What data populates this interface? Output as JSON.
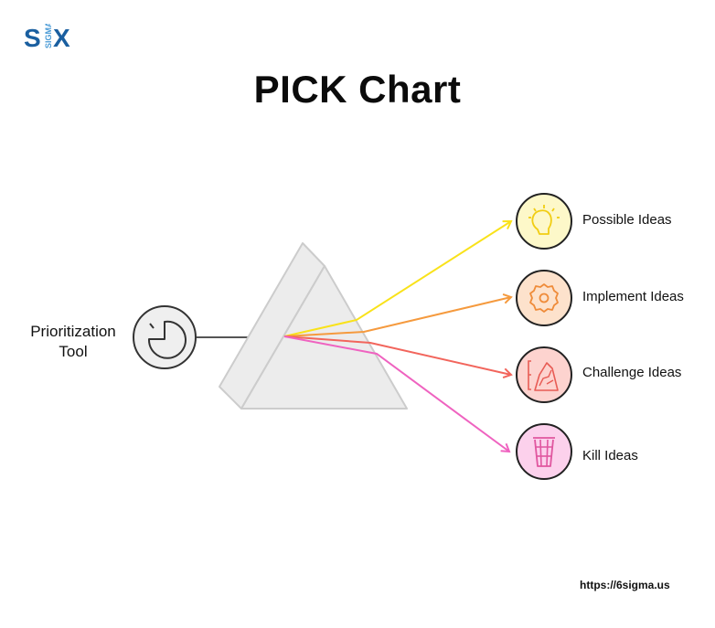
{
  "logo": {
    "left": "S",
    "middle": "SIGMA",
    "right": "X",
    "color": "#1a5fa0",
    "middle_color": "#4a9bd6"
  },
  "title": "PICK Chart",
  "input": {
    "label_line1": "Prioritization",
    "label_line2": "Tool",
    "icon": "pie-chart-icon"
  },
  "prism": {
    "fill": "#ececec",
    "stroke": "#cccccc"
  },
  "outputs": [
    {
      "label": "Possible Ideas",
      "icon": "lightbulb-icon",
      "color": "#f5dc1a",
      "fill": "#fdf8c9",
      "ray": "#f9e21a"
    },
    {
      "label": "Implement Ideas",
      "icon": "gear-icon",
      "color": "#ef8c3a",
      "fill": "#fde2cc",
      "ray": "#f59a3e"
    },
    {
      "label": "Challenge Ideas",
      "icon": "mountain-climb-icon",
      "color": "#e85c55",
      "fill": "#fdd3cf",
      "ray": "#f2655c"
    },
    {
      "label": "Kill Ideas",
      "icon": "trash-bin-icon",
      "color": "#e0569f",
      "fill": "#fcd1ec",
      "ray": "#ef63c0"
    }
  ],
  "footer": {
    "url": "https://6sigma.us"
  }
}
